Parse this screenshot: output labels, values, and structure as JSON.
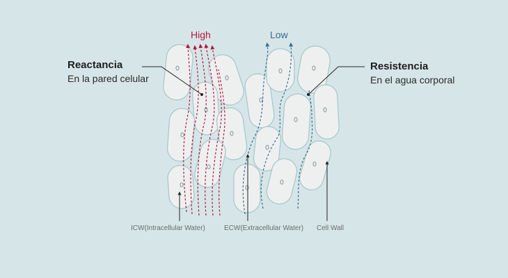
{
  "labels": {
    "high": "High",
    "low": "Low",
    "reactance_title": "Reactancia",
    "reactance_sub": "En la pared celular",
    "resistance_title": "Resistencia",
    "resistance_sub": "En el agua corporal",
    "icw": "ICW(Intracellular Water)",
    "ecw": "ECW(Extracellular Water)",
    "cell_wall": "Cell Wall"
  },
  "colors": {
    "background": "#d6e6e8",
    "cell_fill": "#eef0f0",
    "cell_stroke": "#a9c8cc",
    "high_current": "#b5173f",
    "low_current": "#3a6a90",
    "pointer": "#222222"
  }
}
